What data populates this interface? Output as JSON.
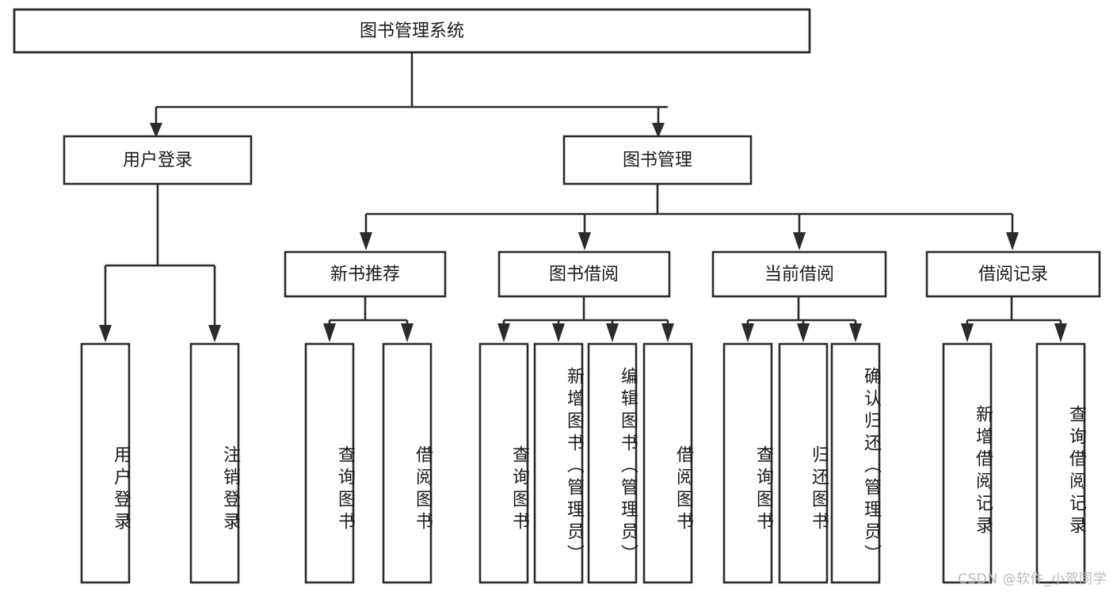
{
  "diagram": {
    "type": "tree",
    "orientation": "top-down",
    "title": "图书管理系统",
    "colors": {
      "box_stroke": "#2b2b2b",
      "box_fill": "#ffffff",
      "text": "#1a1a1a",
      "background": "#ffffff",
      "watermark": "#b9b9b9"
    },
    "root": {
      "label": "图书管理系统"
    },
    "level2": [
      {
        "label": "用户登录"
      },
      {
        "label": "图书管理"
      }
    ],
    "level3": [
      {
        "label": "新书推荐"
      },
      {
        "label": "图书借阅"
      },
      {
        "label": "当前借阅"
      },
      {
        "label": "借阅记录"
      }
    ],
    "leaves": {
      "user_login": [
        {
          "label": "用户登录"
        },
        {
          "label": "注销登录"
        }
      ],
      "new_book_recommend": [
        {
          "label": "查询图书"
        },
        {
          "label": "借阅图书"
        }
      ],
      "book_borrow": [
        {
          "label": "查询图书"
        },
        {
          "label": "新增图书（管理员）"
        },
        {
          "label": "编辑图书（管理员）"
        },
        {
          "label": "借阅图书"
        }
      ],
      "current_borrow": [
        {
          "label": "查询图书"
        },
        {
          "label": "归还图书"
        },
        {
          "label": "确认归还（管理员）"
        }
      ],
      "borrow_record": [
        {
          "label": "新增借阅记录"
        },
        {
          "label": "查询借阅记录"
        }
      ]
    },
    "watermark": "CSDN @软件_小贺同学"
  }
}
